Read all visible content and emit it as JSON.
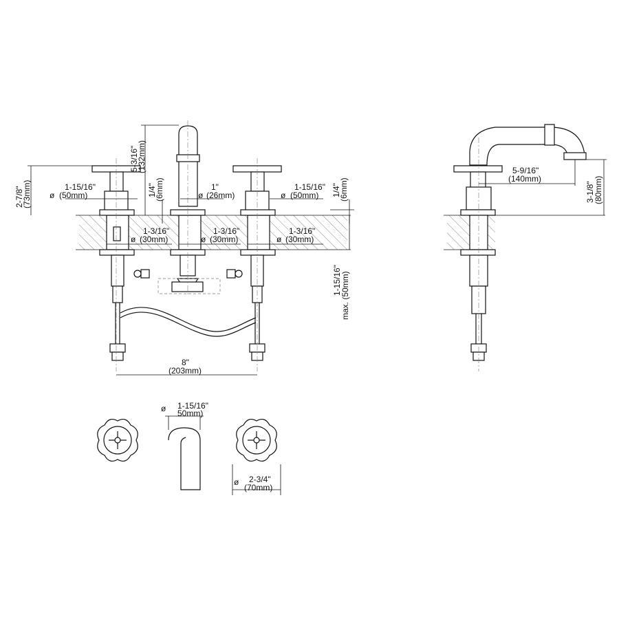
{
  "front_view": {
    "spout_height": {
      "imperial": "5-3/16\"",
      "metric": "(132mm)"
    },
    "handle_height": {
      "imperial": "2-7/8\"",
      "metric": "(73mm)"
    },
    "left_handle_dia": {
      "symbol": "ø",
      "imperial": "1-15/16\"",
      "metric": "(50mm)"
    },
    "base_thickness_left": {
      "imperial": "1/4\"",
      "metric": "(6mm)"
    },
    "spout_dia": {
      "symbol": "ø",
      "imperial": "1\"",
      "metric": "(26mm)"
    },
    "right_handle_dia": {
      "symbol": "ø",
      "imperial": "1-15/16\"",
      "metric": "(50mm)"
    },
    "base_thickness_right": {
      "imperial": "1/4\"",
      "metric": "(6mm)"
    },
    "hole_dia": [
      {
        "symbol": "ø",
        "imperial": "1-3/16\"",
        "metric": "(30mm)"
      },
      {
        "symbol": "ø",
        "imperial": "1-3/16\"",
        "metric": "(30mm)"
      },
      {
        "symbol": "ø",
        "imperial": "1-3/16\"",
        "metric": "(30mm)"
      }
    ],
    "max_deck": {
      "imperial": "1-15/16\"",
      "metric": "max. (50mm)"
    },
    "spread": {
      "imperial": "8\"",
      "metric": "(203mm)"
    }
  },
  "side_view": {
    "reach": {
      "imperial": "5-9/16\"",
      "metric": "(140mm)"
    },
    "spout_clearance": {
      "imperial": "3-1/8\"",
      "metric": "(80mm)"
    }
  },
  "top_view": {
    "spout_dia": {
      "symbol": "ø",
      "imperial": "1-15/16\"",
      "metric": "50mm)"
    },
    "handle_dia": {
      "symbol": "ø",
      "imperial": "2-3/4\"",
      "metric": "(70mm)"
    }
  }
}
